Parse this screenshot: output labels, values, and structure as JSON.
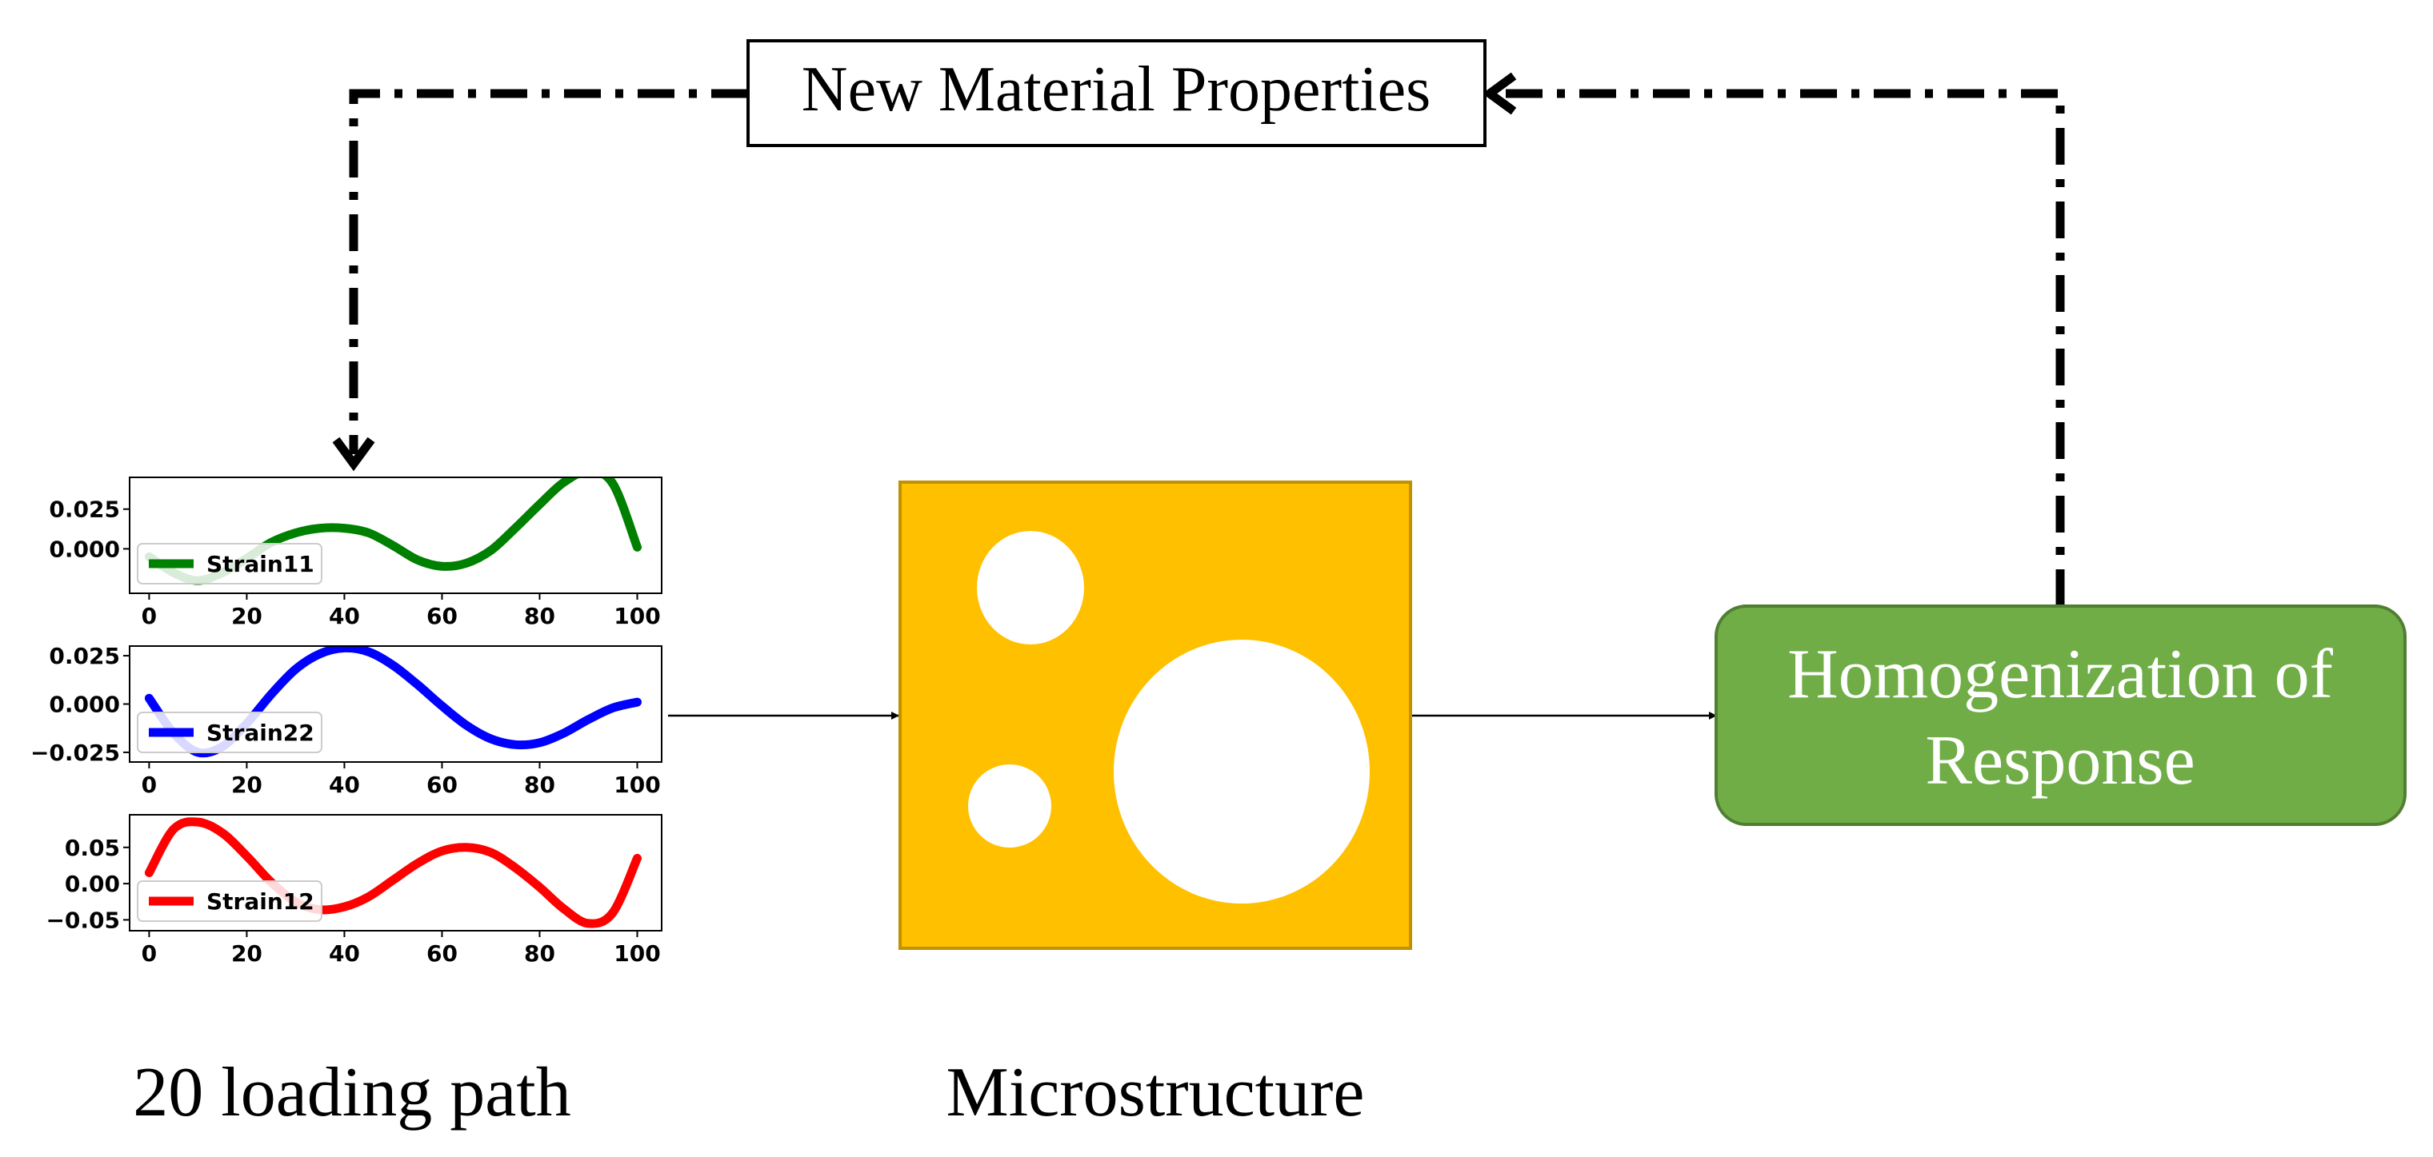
{
  "diagram": {
    "feedback_box": {
      "label": "New Material Properties"
    },
    "homogenization_box": {
      "line1": "Homogenization of",
      "line2": "Response",
      "fill": "#70AD47",
      "stroke": "#507E32"
    },
    "microstructure": {
      "fill": "#FFC000",
      "stroke": "#C09200",
      "caption": "Microstructure"
    },
    "loading_caption": "20 loading path"
  },
  "chart_data": [
    {
      "type": "line",
      "series": [
        {
          "name": "Strain11",
          "color": "#008000"
        }
      ],
      "x_ticks": [
        "0",
        "20",
        "40",
        "60",
        "80",
        "100"
      ],
      "y_ticks": [
        "0.025",
        "0.000"
      ],
      "xlim": [
        -4,
        105
      ],
      "ylim": [
        -0.028,
        0.045
      ],
      "x": [
        0,
        5,
        10,
        15,
        20,
        25,
        30,
        35,
        40,
        45,
        50,
        55,
        60,
        65,
        70,
        75,
        80,
        85,
        90,
        95,
        100
      ],
      "y": [
        -0.005,
        -0.015,
        -0.02,
        -0.015,
        -0.006,
        0.004,
        0.01,
        0.013,
        0.013,
        0.01,
        0.002,
        -0.007,
        -0.011,
        -0.009,
        -0.001,
        0.013,
        0.028,
        0.042,
        0.049,
        0.041,
        0.001
      ]
    },
    {
      "type": "line",
      "series": [
        {
          "name": "Strain22",
          "color": "#0000FF"
        }
      ],
      "x_ticks": [
        "0",
        "20",
        "40",
        "60",
        "80",
        "100"
      ],
      "y_ticks": [
        "0.025",
        "0.000",
        "−0.025"
      ],
      "xlim": [
        -4,
        105
      ],
      "ylim": [
        -0.03,
        0.03
      ],
      "x": [
        0,
        5,
        10,
        15,
        20,
        25,
        30,
        35,
        40,
        45,
        50,
        55,
        60,
        65,
        70,
        75,
        80,
        85,
        90,
        95,
        100
      ],
      "y": [
        0.003,
        -0.015,
        -0.025,
        -0.022,
        -0.01,
        0.005,
        0.018,
        0.026,
        0.029,
        0.027,
        0.02,
        0.01,
        -0.001,
        -0.011,
        -0.018,
        -0.021,
        -0.02,
        -0.015,
        -0.008,
        -0.002,
        0.001
      ]
    },
    {
      "type": "line",
      "series": [
        {
          "name": "Strain12",
          "color": "#FF0000"
        }
      ],
      "x_ticks": [
        "0",
        "20",
        "40",
        "60",
        "80",
        "100"
      ],
      "y_ticks": [
        "0.05",
        "0.00",
        "−0.05"
      ],
      "xlim": [
        -4,
        105
      ],
      "ylim": [
        -0.065,
        0.095
      ],
      "x": [
        0,
        5,
        10,
        15,
        20,
        25,
        30,
        35,
        40,
        45,
        50,
        55,
        60,
        65,
        70,
        75,
        80,
        85,
        90,
        95,
        100
      ],
      "y": [
        0.015,
        0.075,
        0.085,
        0.07,
        0.038,
        0.002,
        -0.025,
        -0.036,
        -0.032,
        -0.018,
        0.005,
        0.028,
        0.045,
        0.05,
        0.043,
        0.022,
        -0.005,
        -0.035,
        -0.055,
        -0.04,
        0.035
      ]
    }
  ]
}
